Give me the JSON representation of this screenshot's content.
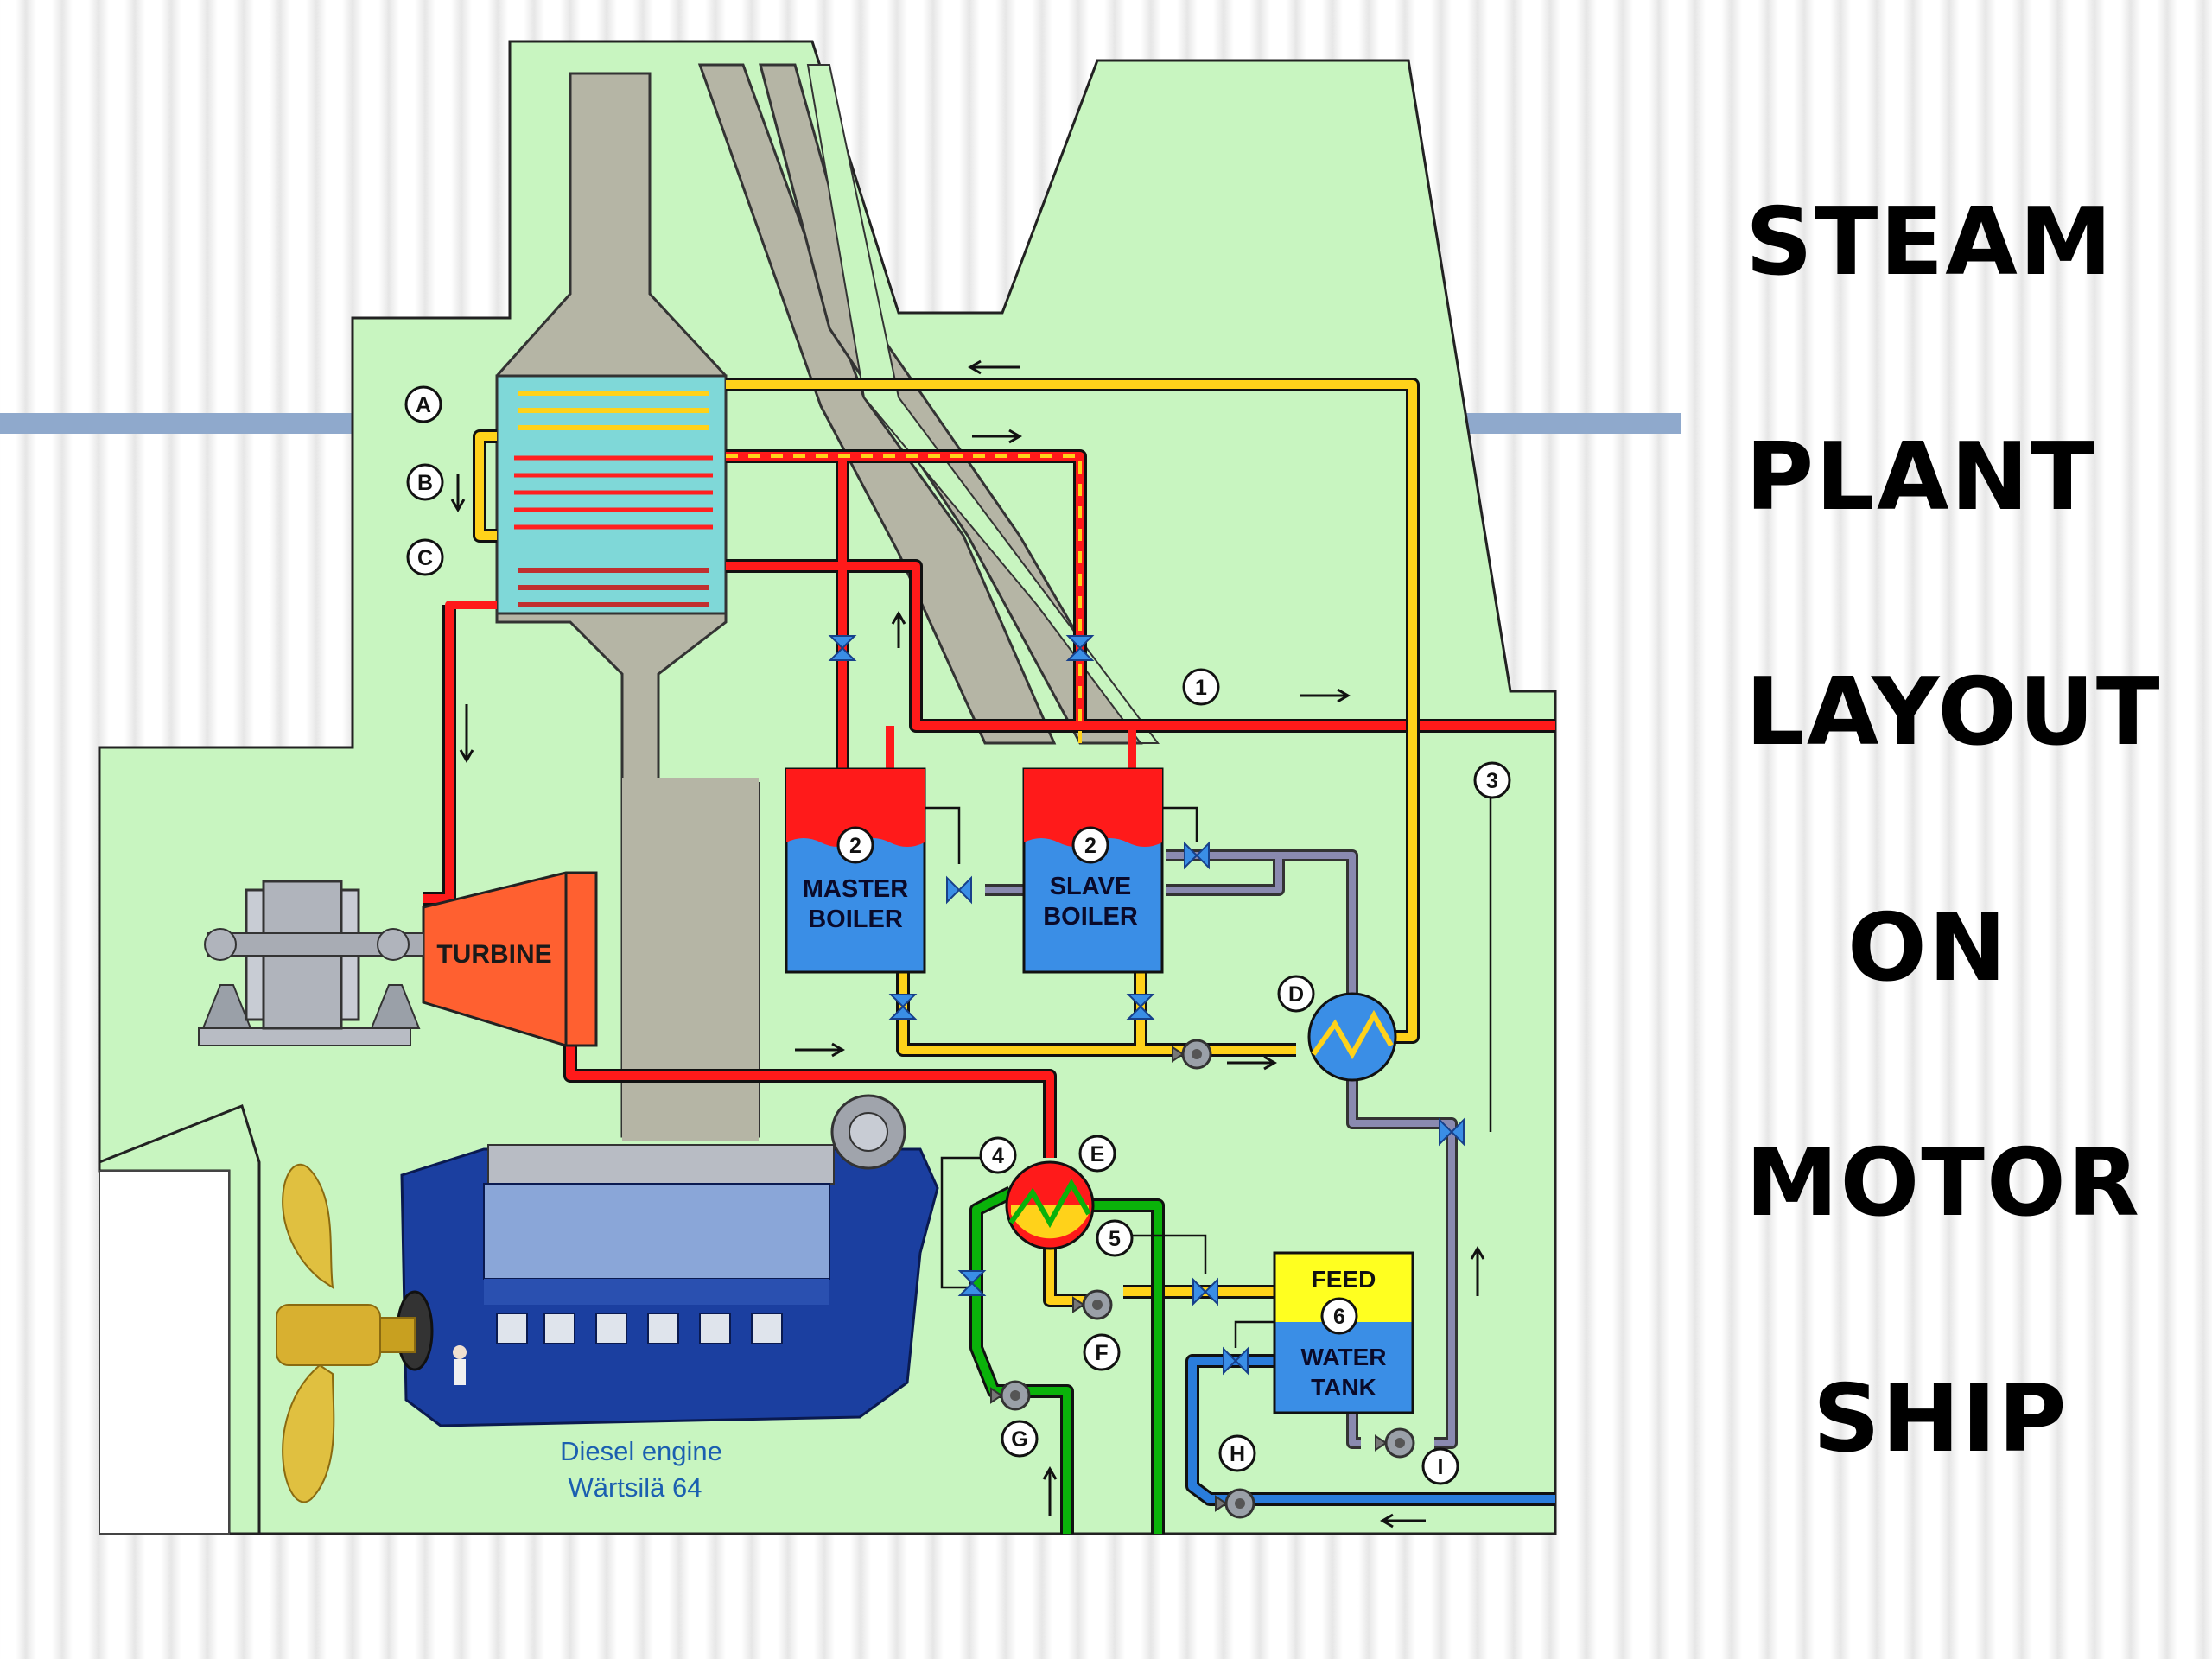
{
  "title_lines": [
    "STEAM",
    "PLANT",
    "LAYOUT",
    "ON",
    "MOTOR",
    "SHIP"
  ],
  "components": {
    "turbine": "TURBINE",
    "master_boiler": [
      "MASTER",
      "BOILER"
    ],
    "slave_boiler": [
      "SLAVE",
      "BOILER"
    ],
    "feed_water_tank": [
      "FEED",
      "WATER",
      "TANK"
    ],
    "diesel_engine": [
      "Diesel engine",
      "Wärtsilä 64"
    ]
  },
  "markers": {
    "A": "A",
    "B": "B",
    "C": "C",
    "D": "D",
    "E": "E",
    "F": "F",
    "G": "G",
    "H": "H",
    "I": "I",
    "n1": "1",
    "n2a": "2",
    "n2b": "2",
    "n3": "3",
    "n4": "4",
    "n5": "5",
    "n6": "6"
  },
  "colors": {
    "hull": "#c8f5c0",
    "steam": "#ff1a1a",
    "feed_water": "#ffd21a",
    "cooling_water": "#0ab20a",
    "sea_water": "#2a7ddc",
    "return_water": "#8a8ab0",
    "exhaust": "#b5b5a5",
    "boiler_water": "#3a8ee6",
    "turbine": "#ff6030",
    "engine": "#1b3fa0"
  },
  "icons": [
    "valve-icon",
    "pump-icon",
    "heat-exchanger-icon",
    "flow-arrow-icon",
    "propeller-icon",
    "generator-icon"
  ]
}
